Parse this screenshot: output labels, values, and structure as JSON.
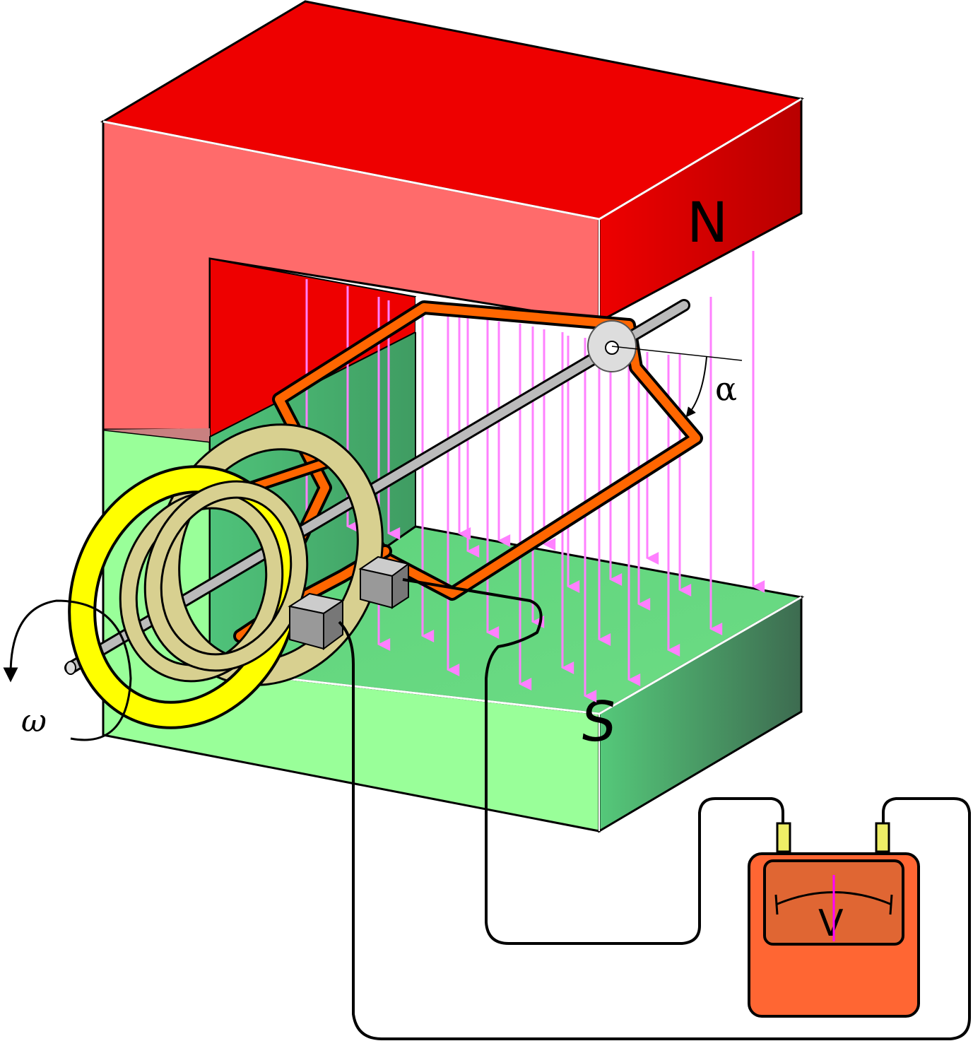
{
  "labels": {
    "north_pole": "N",
    "south_pole": "S",
    "angular_velocity": "ω",
    "angle": "α",
    "meter": "V"
  },
  "colors": {
    "magnet_red": "#ee0000",
    "magnet_red_light": "#ff6b6b",
    "magnet_green": "#99ff99",
    "magnet_green_dark": "#4caf6a",
    "field_lines": "#ff80ff",
    "coil_orange": "#ff6600",
    "slip_ring_yellow": "#ffff00",
    "brush_gray": "#aaaaaa",
    "meter_orange": "#ff6633"
  },
  "icons": {
    "rotation_arrow": "rotation-arrow-icon",
    "meter_needle": "meter-needle-icon"
  }
}
